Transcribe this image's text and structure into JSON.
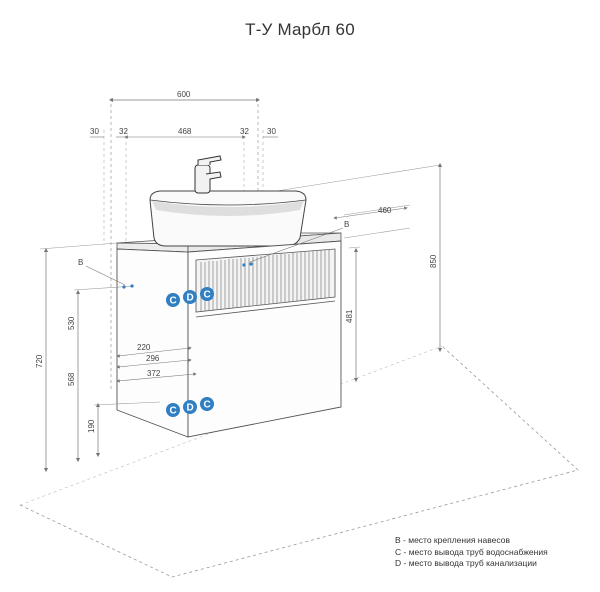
{
  "title": "Т-У Марбл 60",
  "dimensions": {
    "width_total": "600",
    "offset_left": "30",
    "offset_right": "30",
    "hook_left": "32",
    "hook_right": "32",
    "hook_span": "468",
    "depth": "460",
    "height_total": "850",
    "height_unit": "720",
    "bottom_568": "568",
    "bottom_530": "530",
    "bottom_190": "190",
    "front_481": "481",
    "side_220": "220",
    "side_296": "296",
    "side_372": "372"
  },
  "markers": {
    "b": "B",
    "c": "C",
    "d": "D"
  },
  "legend": [
    "B - место крепления навесов",
    "C - место вывода труб водоснабжения",
    "D - место вывода труб канализации"
  ],
  "colors": {
    "marker_blue": "#2f7fc2",
    "line": "#555555",
    "dim_line": "#7a7a7a"
  }
}
